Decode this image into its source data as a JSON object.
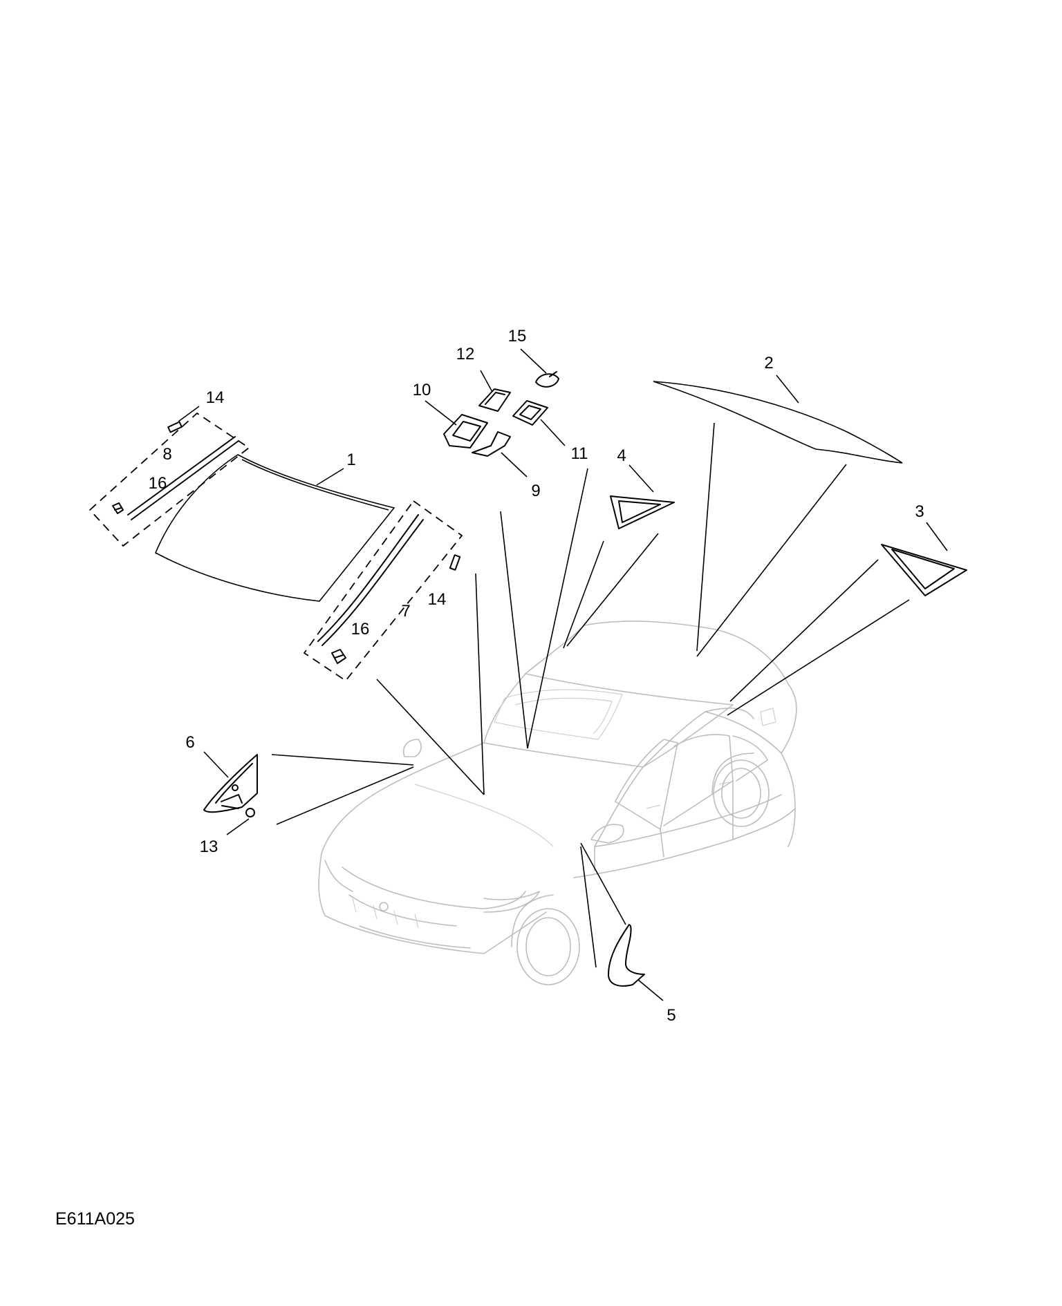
{
  "diagram": {
    "reference_code": "E611A025",
    "callouts": [
      {
        "id": "1",
        "label": "1"
      },
      {
        "id": "2",
        "label": "2"
      },
      {
        "id": "3",
        "label": "3"
      },
      {
        "id": "4",
        "label": "4"
      },
      {
        "id": "5",
        "label": "5"
      },
      {
        "id": "6",
        "label": "6"
      },
      {
        "id": "7",
        "label": "7"
      },
      {
        "id": "8",
        "label": "8"
      },
      {
        "id": "9",
        "label": "9"
      },
      {
        "id": "10",
        "label": "10"
      },
      {
        "id": "11",
        "label": "11"
      },
      {
        "id": "12",
        "label": "12"
      },
      {
        "id": "13",
        "label": "13"
      },
      {
        "id": "14a",
        "label": "14"
      },
      {
        "id": "14b",
        "label": "14"
      },
      {
        "id": "15",
        "label": "15"
      },
      {
        "id": "16a",
        "label": "16"
      },
      {
        "id": "16b",
        "label": "16"
      }
    ]
  }
}
